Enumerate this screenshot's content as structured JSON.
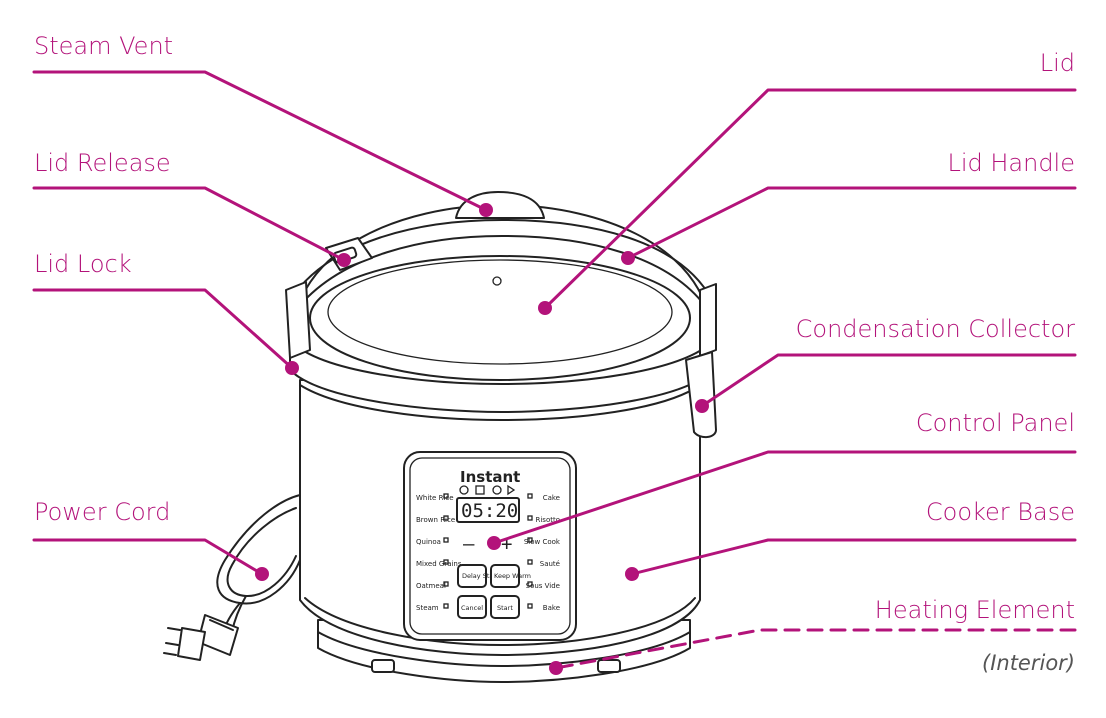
{
  "labels": {
    "steam_vent": "Steam Vent",
    "lid_release": "Lid Release",
    "lid_lock": "Lid Lock",
    "power_cord": "Power Cord",
    "lid": "Lid",
    "lid_handle": "Lid Handle",
    "condensation_collector": "Condensation Collector",
    "control_panel": "Control Panel",
    "cooker_base": "Cooker Base",
    "heating_element": "Heating Element",
    "interior_note": "(Interior)"
  },
  "panel": {
    "brand": "Instant",
    "display": "05:20",
    "minus": "–",
    "plus": "+",
    "btn_delay": "Delay Start",
    "btn_keep": "Keep Warm",
    "btn_cancel": "Cancel",
    "btn_start": "Start",
    "left_modes": [
      "White Rice",
      "Brown Rice",
      "Quinoa",
      "Mixed Grains",
      "Oatmeal",
      "Steam"
    ],
    "right_modes": [
      "Cake",
      "Risotto",
      "Slow Cook",
      "Sauté",
      "Sous Vide",
      "Bake"
    ]
  },
  "colors": {
    "accent": "#b3137a",
    "outline": "#222222"
  }
}
